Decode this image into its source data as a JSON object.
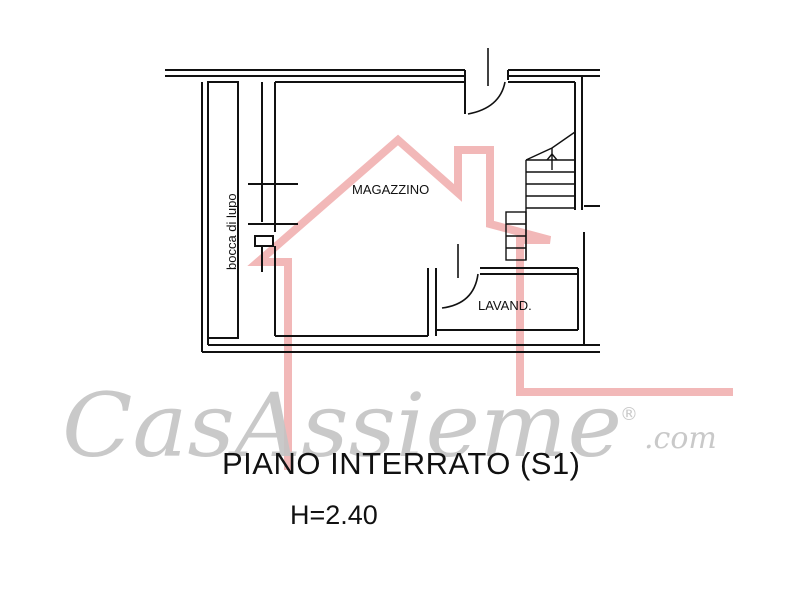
{
  "floor_plan": {
    "rooms": {
      "magazzino": "MAGAZZINO",
      "lavanderia": "LAVAND.",
      "bocca_di_lupo": "bocca di lupo"
    },
    "caption": {
      "title": "PIANO INTERRATO (S1)",
      "height": "H=2.40"
    }
  },
  "watermark": {
    "brand": "CasAssieme",
    "domain": ".com",
    "registered_mark": "®",
    "colors": {
      "house_outline": "#f2b8b8",
      "text": "#c4c4c4"
    }
  },
  "colors": {
    "ink": "#111111"
  }
}
